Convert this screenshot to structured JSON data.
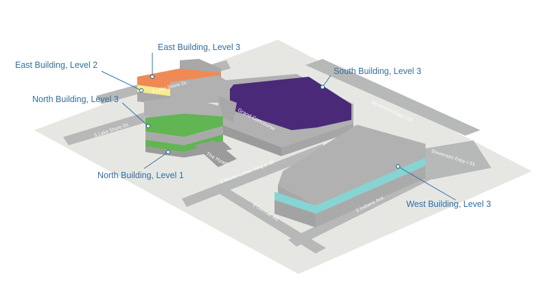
{
  "callouts": {
    "east_level_3": "East Building, Level 3",
    "east_level_2": "East Building, Level 2",
    "north_level_3": "North Building, Level 3",
    "north_level_1": "North Building, Level 1",
    "south_level_3": "South Building, Level 3",
    "west_level_3": "West Building, Level 3"
  },
  "buildings": {
    "grand_concourse": "Grand Concourse",
    "hyatt": "The Hyatt"
  },
  "streets": {
    "lake_shore_upper": "S Lake Shore Dr.",
    "lake_shore_lower": "S Lake Shore Dr.",
    "mlk": "S Martin Luther King Jr. Dr",
    "cermak": "E Cermak Rd.",
    "indiana": "S Indiana Ave.",
    "stevenson_upper": "Stevenson Expy I-55",
    "stevenson_lower": "Stevenson Expy I-55"
  },
  "colors": {
    "ground": "#e6e7e3",
    "road": "#b7b8b8",
    "building": "#b1b1b1",
    "building_dark": "#9b9b9b",
    "east_level_3": "#ef8a55",
    "east_level_2": "#f8ea8e",
    "north_level_3": "#61b553",
    "south_level_3": "#4a2a78",
    "west_level_3": "#86d4d3",
    "callout": "#2f6f9f"
  }
}
